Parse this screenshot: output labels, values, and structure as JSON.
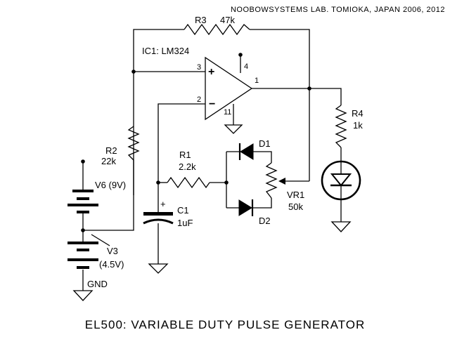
{
  "header": "NOOBOWSYSTEMS LAB. TOMIOKA, JAPAN 2006, 2012",
  "title": "EL500: VARIABLE DUTY PULSE GENERATOR",
  "ic": {
    "label": "IC1: LM324",
    "pin_3": "3",
    "pin_4": "4",
    "pin_2": "2",
    "pin_1": "1",
    "pin_11": "11",
    "plus": "+",
    "minus": "−"
  },
  "r3": {
    "name": "R3",
    "value": "47k"
  },
  "r2": {
    "name": "R2",
    "value": "22k"
  },
  "r1": {
    "name": "R1",
    "value": "2.2k"
  },
  "r4": {
    "name": "R4",
    "value": "1k"
  },
  "d1": {
    "name": "D1"
  },
  "d2": {
    "name": "D2"
  },
  "vr1": {
    "name": "VR1",
    "value": "50k"
  },
  "c1": {
    "name": "C1",
    "value": "1uF",
    "polarity": "+"
  },
  "v6": {
    "label": "V6 (9V)"
  },
  "v3": {
    "name": "V3",
    "value": "(4.5V)"
  },
  "gnd": {
    "label": "GND"
  }
}
